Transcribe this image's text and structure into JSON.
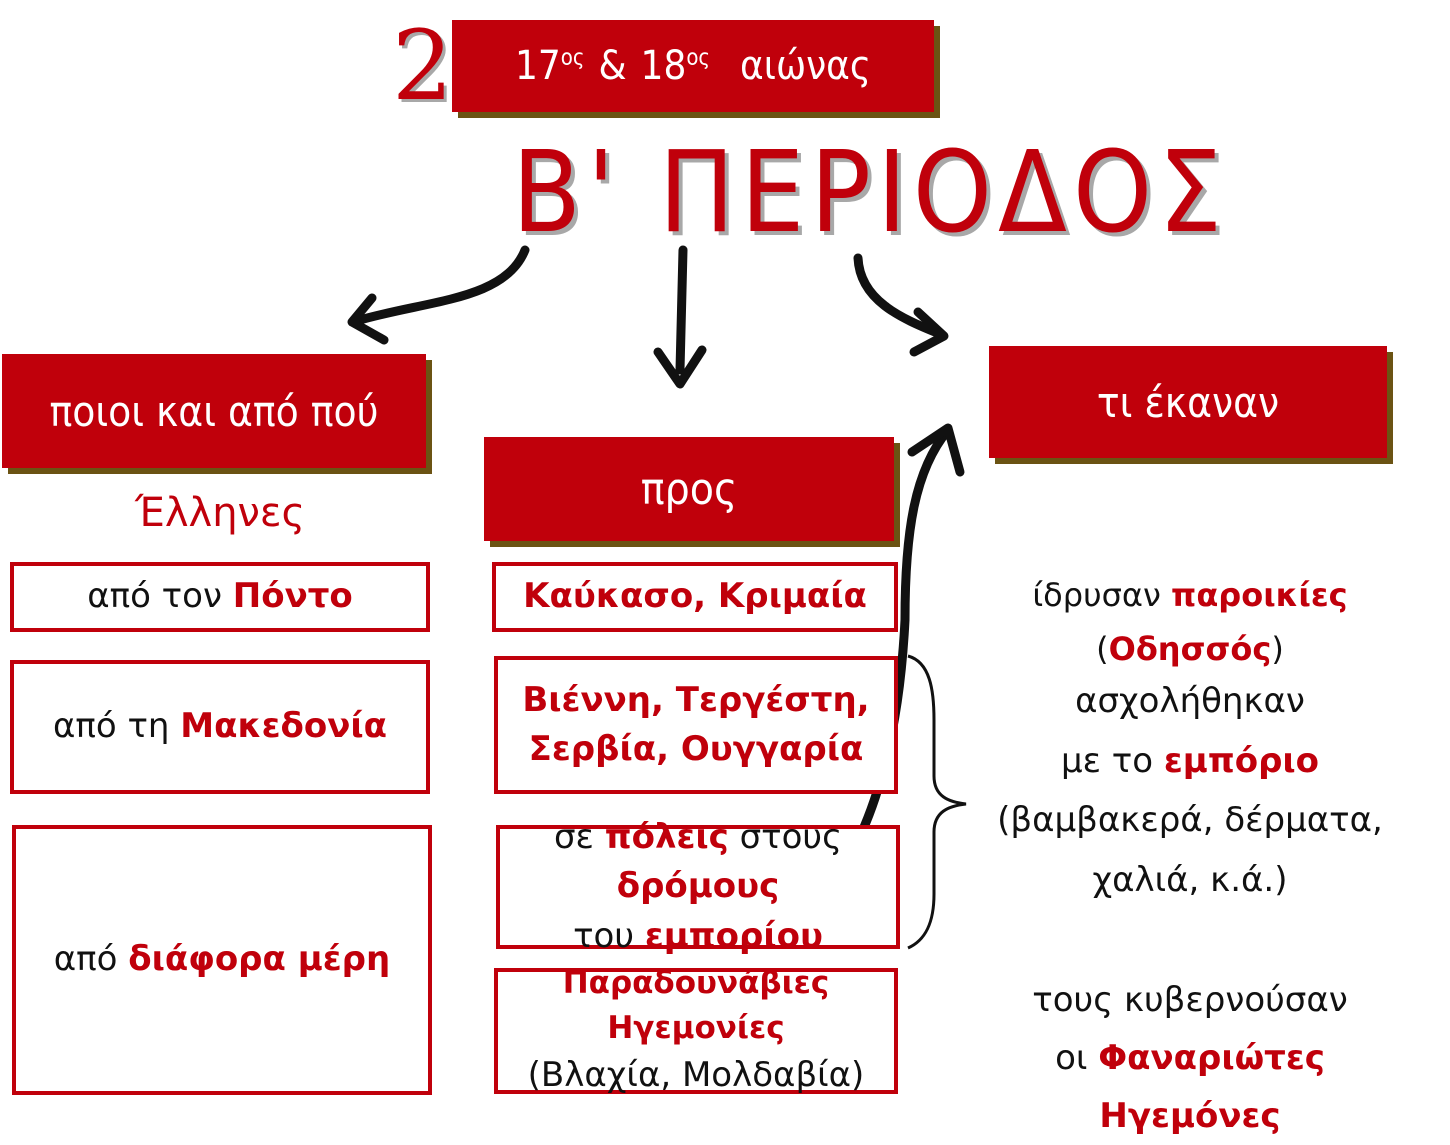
{
  "header": {
    "number": "2",
    "century_1": "17",
    "century_1_sup": "ος",
    "amp": "&",
    "century_2": "18",
    "century_2_sup": "ος",
    "century_word": "αιώνας",
    "title": "Β' ΠΕΡΙΟΔΟΣ"
  },
  "columns": {
    "who": {
      "heading": "ποιοι και από πού",
      "subheading": "Έλληνες",
      "items": [
        {
          "prefix": "από τον",
          "highlight": "Πόντο"
        },
        {
          "prefix": "από τη",
          "highlight": "Μακεδονία"
        },
        {
          "prefix": "από",
          "highlight": "διάφορα μέρη"
        }
      ]
    },
    "to": {
      "heading": "προς",
      "items": {
        "caucasus": "Καύκασο, Κριμαία",
        "vienna_line1": "Βιέννη, Τεργέστη,",
        "vienna_line2": "Σερβία, Ουγγαρία",
        "cities_se": "σε",
        "cities_poleis": "πόλεις",
        "cities_stous": "στους",
        "cities_dromous": "δρόμους",
        "cities_tou": "του",
        "cities_emporiou": "εμπορίου",
        "danube_highlight": "Παραδουνάβιες Ηγεμονίες",
        "danube_sub": "(Βλαχία, Μολδαβία)"
      }
    },
    "did": {
      "heading": "τι έκαναν",
      "founded_prefix": "ίδρυσαν",
      "founded_highlight": "παροικίες",
      "founded_paren_open": "(",
      "founded_paren_red": "Οδησσός",
      "founded_paren_close": ")",
      "trade_line1": "ασχολήθηκαν",
      "trade_line2_prefix": "με το",
      "trade_line2_highlight": "εμπόριο",
      "trade_line3": "(βαμβακερά, δέρματα,",
      "trade_line4": "χαλιά, κ.ά.)",
      "gov_line1": "τους κυβερνούσαν",
      "gov_line2_prefix": "οι",
      "gov_line2_highlight": "Φαναριώτες Ηγεμόνες"
    }
  },
  "colors": {
    "accent": "#c0000b",
    "shadow": "#6b5313"
  }
}
